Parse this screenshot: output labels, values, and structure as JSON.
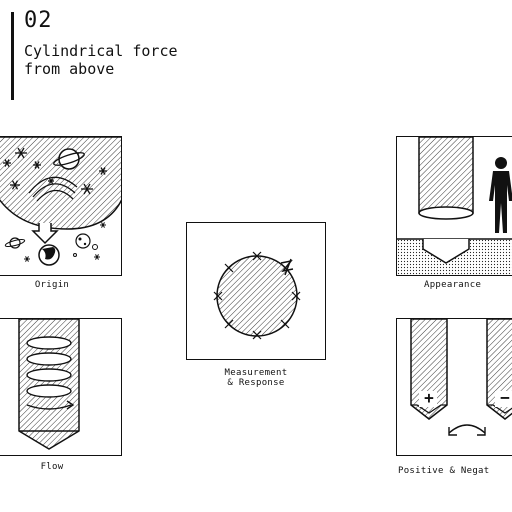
{
  "header": {
    "number": "02",
    "title": "Cylindrical force\nfrom above"
  },
  "panels": {
    "origin": {
      "caption": "Origin"
    },
    "flow": {
      "caption": "Flow"
    },
    "measurement": {
      "caption": "Measurement\n& Response"
    },
    "appearance": {
      "caption": "Appearance"
    },
    "polarity": {
      "caption": "Positive & Negat",
      "plus": "+",
      "minus": "−"
    }
  }
}
